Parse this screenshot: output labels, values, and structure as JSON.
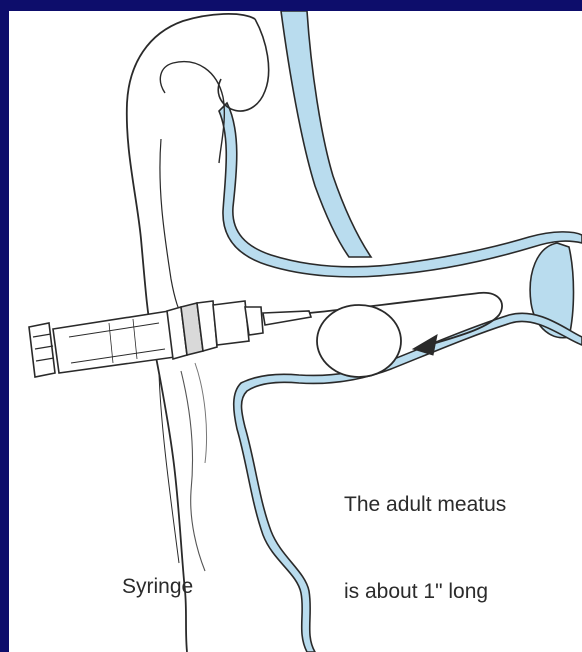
{
  "figure": {
    "caption_line1": "The adult meatus",
    "caption_line2": "is about 1\" long",
    "syringe_label": "Syringe"
  },
  "colors": {
    "border": "#0d0d6b",
    "background": "#ffffff",
    "canal_fill": "#b9dcee",
    "line": "#2a2a2a"
  }
}
